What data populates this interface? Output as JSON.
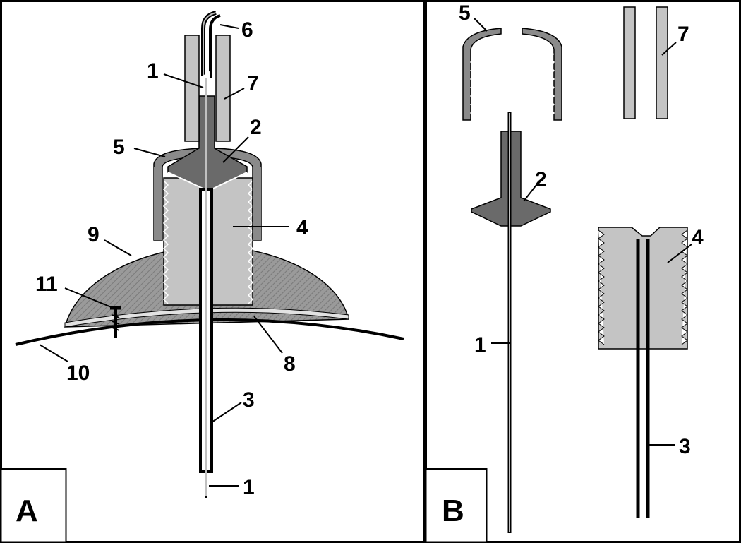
{
  "panels": {
    "a": {
      "letter": "A",
      "labels": {
        "probe_top": "1",
        "probe_bottom": "1",
        "cone": "2",
        "guide_tube": "3",
        "threaded_base": "4",
        "cap": "5",
        "cable": "6",
        "sleeve": "7",
        "bottom_layer": "8",
        "cement_dome": "9",
        "skull": "10",
        "screw": "11"
      }
    },
    "b": {
      "letter": "B",
      "labels": {
        "cap": "5",
        "sleeve": "7",
        "cone": "2",
        "threaded_base": "4",
        "probe": "1",
        "guide_tube": "3"
      }
    }
  },
  "colors": {
    "dark_part": "#6a6a6a",
    "light_part": "#c4c4c4",
    "dome": "#8e8e8e",
    "outline": "#000000",
    "background": "#ffffff"
  }
}
